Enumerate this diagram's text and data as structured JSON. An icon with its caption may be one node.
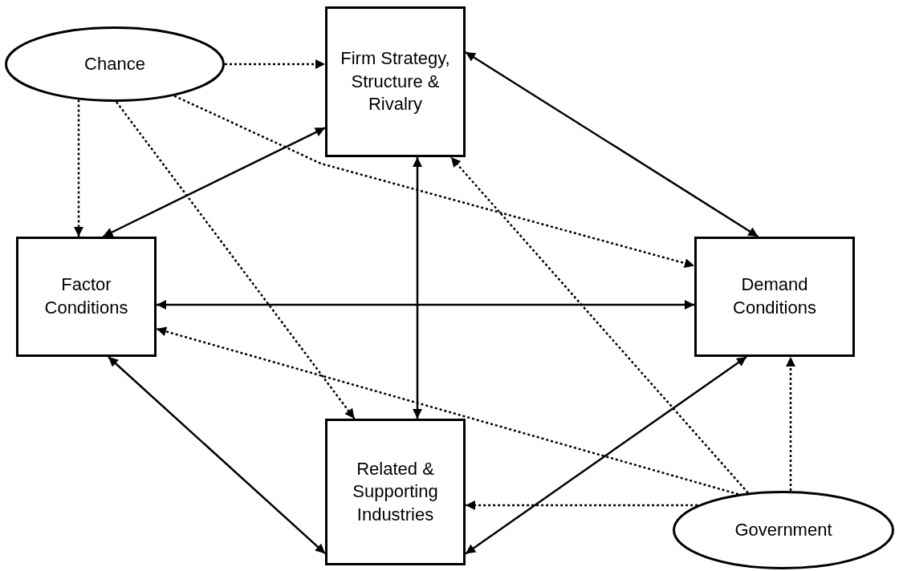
{
  "diagram": {
    "nodes": [
      {
        "text": [
          "Chance"
        ]
      },
      {
        "text": [
          "Firm Strategy, Structure & Rivalry"
        ]
      },
      {
        "text": [
          "Factor Conditions"
        ]
      },
      {
        "text": [
          "Demand Conditions"
        ]
      },
      {
        "text": [
          "Related & Supporting Industries"
        ]
      },
      {
        "text": [
          "Government"
        ]
      }
    ],
    "edges": [
      {
        "from": 0,
        "to": 1,
        "arrow": "to",
        "style": "dashed"
      },
      {
        "from": 1,
        "to": 3,
        "arrow": "both"
      },
      {
        "from": 1,
        "to": 2,
        "arrow": "both"
      },
      {
        "from": 1,
        "to": 4,
        "arrow": "both"
      },
      {
        "from": 2,
        "to": 3,
        "arrow": "both"
      },
      {
        "from": 2,
        "to": 4,
        "arrow": "both"
      },
      {
        "from": 3,
        "to": 4,
        "arrow": "both"
      },
      {
        "from": 0,
        "to": 2,
        "arrow": "to",
        "style": "dashed"
      },
      {
        "from": 0,
        "to": 4,
        "arrow": "to",
        "style": "dashed"
      },
      {
        "from": 0,
        "to": 3,
        "arrow": "to",
        "style": "dashed"
      },
      {
        "from": 5,
        "to": 2,
        "arrow": "to",
        "style": "dashed"
      },
      {
        "from": 5,
        "to": 1,
        "arrow": "to",
        "style": "dashed"
      },
      {
        "from": 5,
        "to": 3,
        "arrow": "to",
        "style": "dashed"
      },
      {
        "from": 5,
        "to": 4,
        "arrow": "to",
        "style": "dashed"
      }
    ]
  }
}
